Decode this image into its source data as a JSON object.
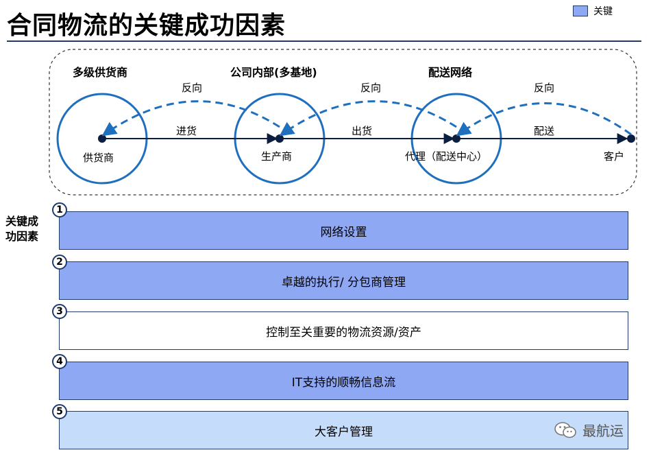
{
  "title": "合同物流的关键成功因素",
  "legend": {
    "label": "关键"
  },
  "groups": [
    "多级供货商",
    "公司内部(多基地)",
    "配送网络"
  ],
  "nodes": [
    "供货商",
    "生产商",
    "代理（配送中心）",
    "客户"
  ],
  "edges": [
    "进货",
    "出货",
    "配送"
  ],
  "reverse_label": "反向",
  "ksf_title": "关键成功因素",
  "factors": [
    {
      "num": "1",
      "label": "网络设置",
      "color": "#8fa8f3"
    },
    {
      "num": "2",
      "label": "卓越的执行/ 分包商管理",
      "color": "#8fa8f3"
    },
    {
      "num": "3",
      "label": "控制至关重要的物流资源/资产",
      "color": "#ffffff"
    },
    {
      "num": "4",
      "label": "IT支持的顺畅信息流",
      "color": "#8fa8f3"
    },
    {
      "num": "5",
      "label": "大客户管理",
      "color": "#c6dcfb"
    }
  ],
  "colors": {
    "accent": "#1f6fbf",
    "line": "#0b1e3f",
    "key_fill": "#8fa8f3"
  },
  "watermark": {
    "text": "最航运",
    "icon": "wechat-icon"
  }
}
